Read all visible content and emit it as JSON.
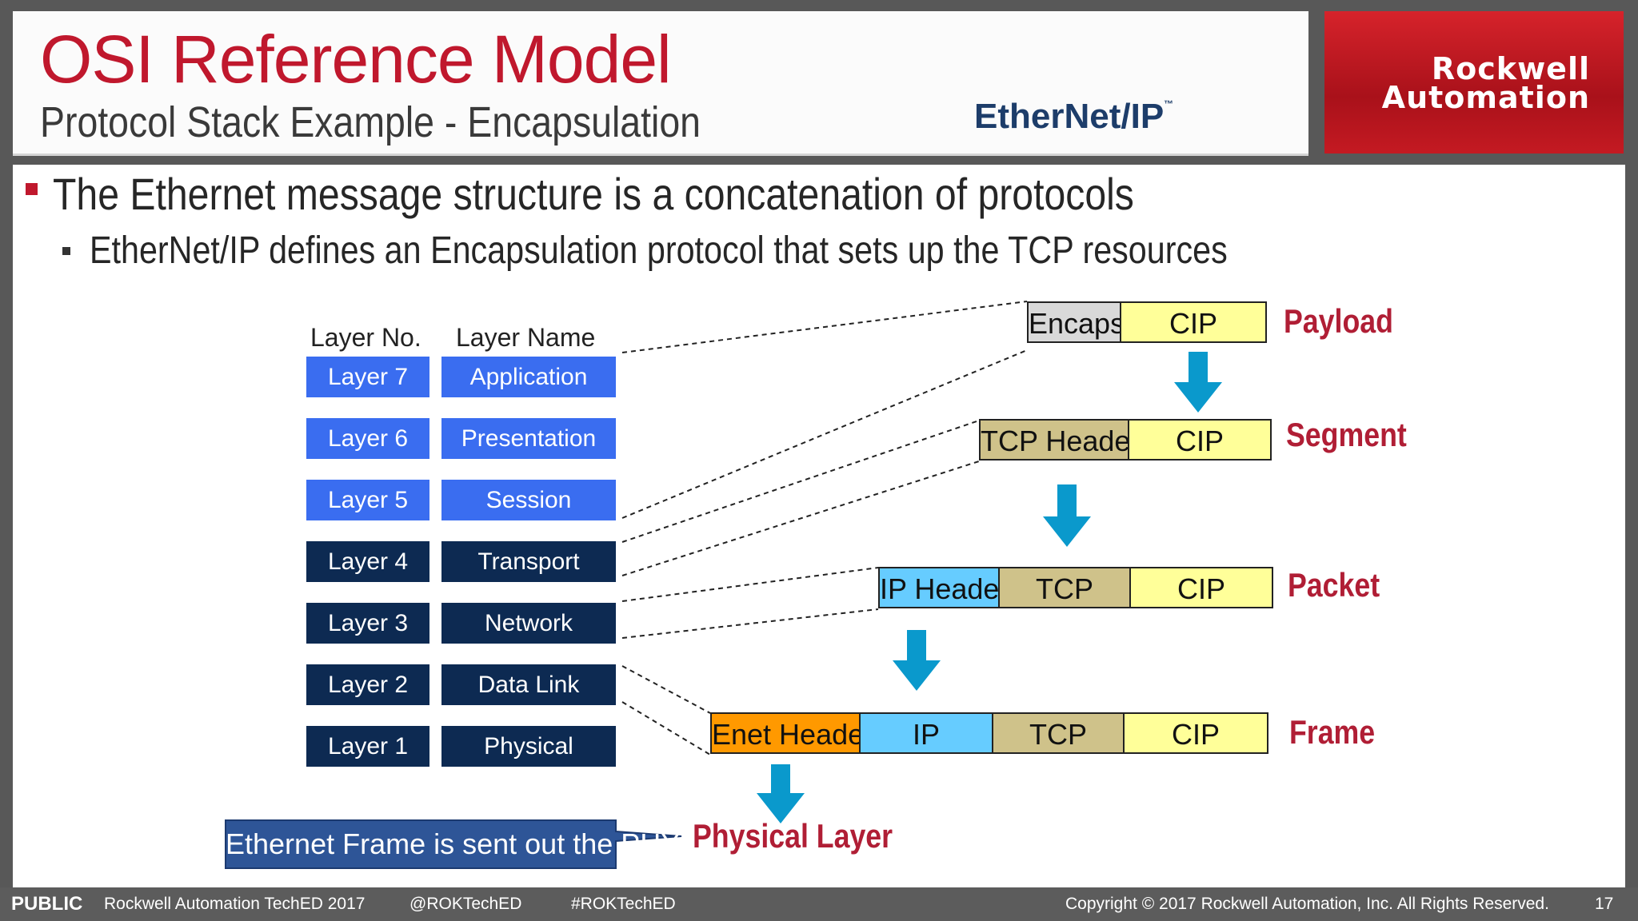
{
  "header": {
    "title": "OSI Reference Model",
    "subtitle": "Protocol Stack Example - Encapsulation",
    "ethernet_logo": "EtherNet/IP",
    "brand": "Rockwell\nAutomation"
  },
  "bullets": {
    "level1": "The Ethernet message structure is a concatenation of protocols",
    "level2": "EtherNet/IP defines an Encapsulation protocol that sets up the TCP resources"
  },
  "table": {
    "col_layer_no": "Layer No.",
    "col_layer_name": "Layer Name",
    "rows": [
      {
        "no": "Layer 7",
        "name": "Application"
      },
      {
        "no": "Layer 6",
        "name": "Presentation"
      },
      {
        "no": "Layer 5",
        "name": "Session"
      },
      {
        "no": "Layer 4",
        "name": "Transport"
      },
      {
        "no": "Layer 3",
        "name": "Network"
      },
      {
        "no": "Layer 2",
        "name": "Data Link"
      },
      {
        "no": "Layer 1",
        "name": "Physical"
      }
    ]
  },
  "pdus": {
    "payload": {
      "cells": [
        "Encaps",
        "CIP"
      ],
      "label": "Payload"
    },
    "segment": {
      "cells": [
        "TCP Header",
        "CIP"
      ],
      "label": "Segment"
    },
    "packet": {
      "cells": [
        "IP Header",
        "TCP",
        "CIP"
      ],
      "label": "Packet"
    },
    "frame": {
      "cells": [
        "Enet Header",
        "IP",
        "TCP",
        "CIP"
      ],
      "label": "Frame"
    }
  },
  "physical_label": "Physical Layer",
  "callout": "Ethernet Frame is sent out the PHY",
  "footer": {
    "classification": "PUBLIC",
    "event": "Rockwell Automation TechED 2017",
    "handle": "@ROKTechED",
    "hashtag": "#ROKTechED",
    "copyright": "Copyright © 2017 Rockwell Automation, Inc. All Rights Reserved.",
    "page": "17"
  },
  "colors": {
    "title_red": "#c0182d",
    "upper_layers": "#3a6df0",
    "lower_layers": "#0d2a52",
    "arrow_blue": "#0a99cc",
    "pdu_label": "#b01e35"
  }
}
